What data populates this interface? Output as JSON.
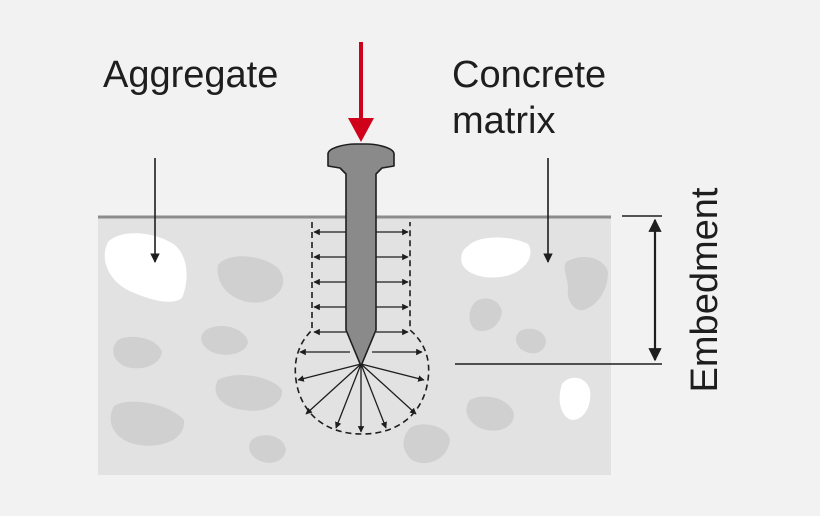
{
  "labels": {
    "aggregate": "Aggregate",
    "concrete_matrix_line1": "Concrete",
    "concrete_matrix_line2": "matrix",
    "embedment": "Embedment"
  },
  "colors": {
    "background": "#f2f2f2",
    "concrete": "#e2e2e2",
    "concrete_surface": "#8c8c8c",
    "aggregate_dark": "#d0d0d0",
    "aggregate_light": "#ffffff",
    "nail": "#8a8a8a",
    "load_arrow": "#d0021b",
    "lines": "#1e1e1e"
  },
  "icons": {
    "load": "red-down-arrow-icon",
    "nail": "nail-fastener-icon",
    "dimension": "double-headed-arrow-icon"
  }
}
